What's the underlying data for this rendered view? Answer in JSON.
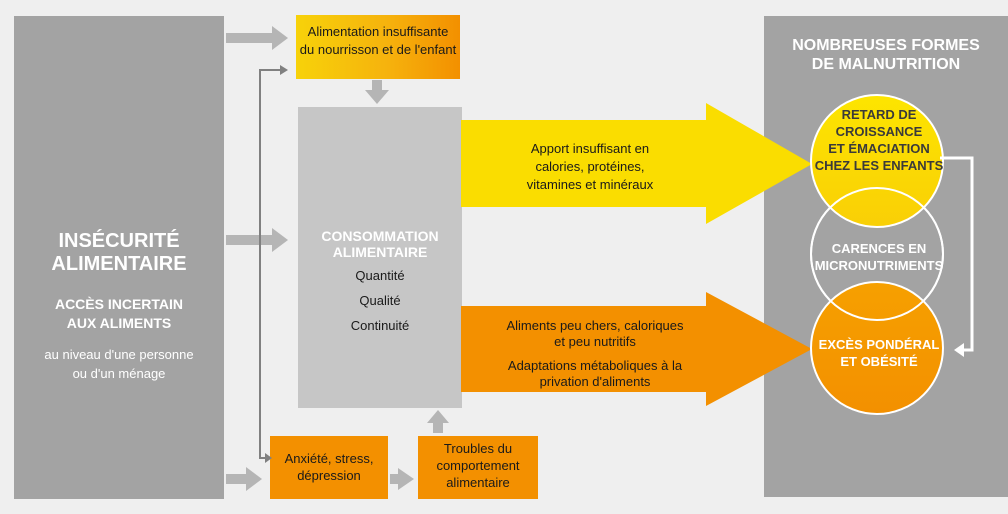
{
  "left": {
    "title_line1": "INSÉCURITÉ",
    "title_line2": "ALIMENTAIRE",
    "sub_line1": "ACCÈS INCERTAIN",
    "sub_line2": "AUX ALIMENTS",
    "desc_line1": "au niveau d'une personne",
    "desc_line2": "ou d'un ménage"
  },
  "top_box": {
    "line1": "Alimentation insuffisante",
    "line2": "du nourrisson et de l'enfant"
  },
  "consumption": {
    "title_line1": "CONSOMMATION",
    "title_line2": "ALIMENTAIRE",
    "items": [
      "Quantité",
      "Qualité",
      "Continuité"
    ]
  },
  "arrow_yellow": {
    "line1": "Apport insuffisant en",
    "line2": "calories, protéines,",
    "line3": "vitamines et minéraux"
  },
  "arrow_orange": {
    "a_line1": "Aliments peu chers, caloriques",
    "a_line2": "et peu nutritifs",
    "b_line1": "Adaptations métaboliques à la",
    "b_line2": "privation d'aliments"
  },
  "right": {
    "title_line1": "NOMBREUSES FORMES",
    "title_line2": "DE MALNUTRITION",
    "circle1": [
      "RETARD DE",
      "CROISSANCE",
      "ET ÉMACIATION",
      "CHEZ LES ENFANTS"
    ],
    "circle2": [
      "CARENCES EN",
      "MICRONUTRIMENTS"
    ],
    "circle3": [
      "EXCÈS PONDÉRAL",
      "ET OBÉSITÉ"
    ]
  },
  "bottom_left": {
    "line1": "Anxiété, stress,",
    "line2": "dépression"
  },
  "bottom_right": {
    "line1": "Troubles du",
    "line2": "comportement",
    "line3": "alimentaire"
  },
  "colors": {
    "gray_dark": "#a3a3a3",
    "gray_light": "#c6c6c6",
    "yellow": "#fadd00",
    "orange": "#f39000",
    "arrow_gray": "#b5b5b5"
  }
}
